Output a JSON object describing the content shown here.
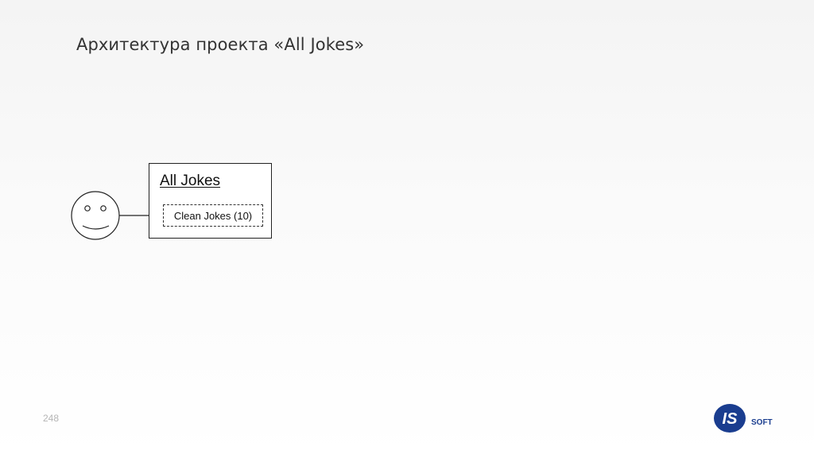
{
  "slide": {
    "title": "Архитектура проекта «All Jokes»",
    "page_number": "248"
  },
  "diagram": {
    "actor_icon": "smiley-face-icon",
    "system": {
      "label": "All Jokes",
      "component_label": "Clean Jokes (10)"
    }
  },
  "logo": {
    "mark": "IS",
    "text": "SOFT",
    "brand_color": "#1a3d8f"
  }
}
